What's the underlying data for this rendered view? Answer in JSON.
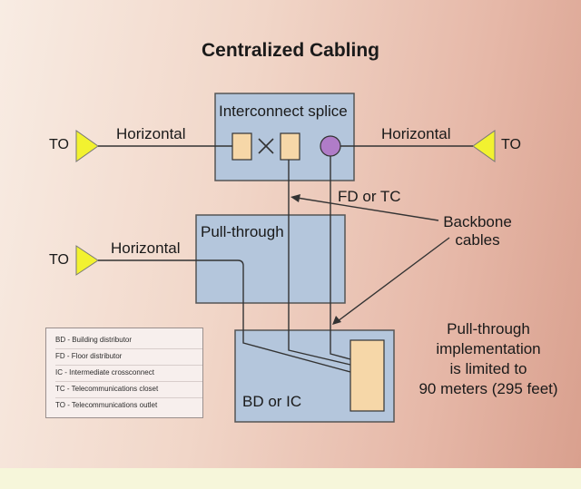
{
  "title": "Centralized Cabling",
  "labels": {
    "interconnect_splice": "Interconnect splice",
    "horizontal_left_top": "Horizontal",
    "horizontal_right": "Horizontal",
    "horizontal_left_mid": "Horizontal",
    "to_left_top": "TO",
    "to_right": "TO",
    "to_left_mid": "TO",
    "fd_or_tc": "FD or TC",
    "backbone_cables": "Backbone\ncables",
    "pull_through": "Pull-through",
    "bd_or_ic": "BD or IC",
    "note": "Pull-through\nimplementation\nis limited to\n90 meters (295 feet)"
  },
  "legend": [
    "BD - Building distributor",
    "FD - Floor distributor",
    "IC - Intermediate crossconnect",
    "TC - Telecommunications closet",
    "TO - Telecommunications outlet"
  ],
  "colors": {
    "box_fill": "#b4c6dc",
    "box_stroke": "#555555",
    "panel_fill": "#f6d7a8",
    "splice_circle": "#b07cc8",
    "outlet_fill": "#f2f230",
    "line": "#333333"
  }
}
